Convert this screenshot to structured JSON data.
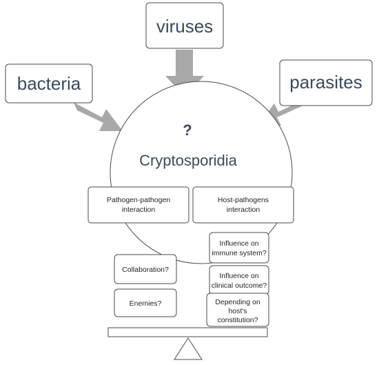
{
  "sources": {
    "viruses": "viruses",
    "bacteria": "bacteria",
    "parasites": "parasites"
  },
  "center": {
    "question_mark": "?",
    "title": "Cryptosporidia"
  },
  "interactions": {
    "pathogen_line1": "Pathogen-pathogen",
    "pathogen_line2": "interaction",
    "host_line1": "Host-pathogens",
    "host_line2": "interaction"
  },
  "left_questions": {
    "collaboration": "Collaboration?",
    "enemies": "Enemies?"
  },
  "right_questions": {
    "immune_line1": "Influence on",
    "immune_line2": "immune system?",
    "clinical_line1": "Influence on",
    "clinical_line2": "clinical outcome?",
    "host_line1": "Depending on",
    "host_line2": "host's",
    "host_line3": "constitution?"
  },
  "colors": {
    "arrow": "#a8a8a8",
    "box_stroke": "#4a4a4a",
    "text": "#3b4a5a"
  }
}
